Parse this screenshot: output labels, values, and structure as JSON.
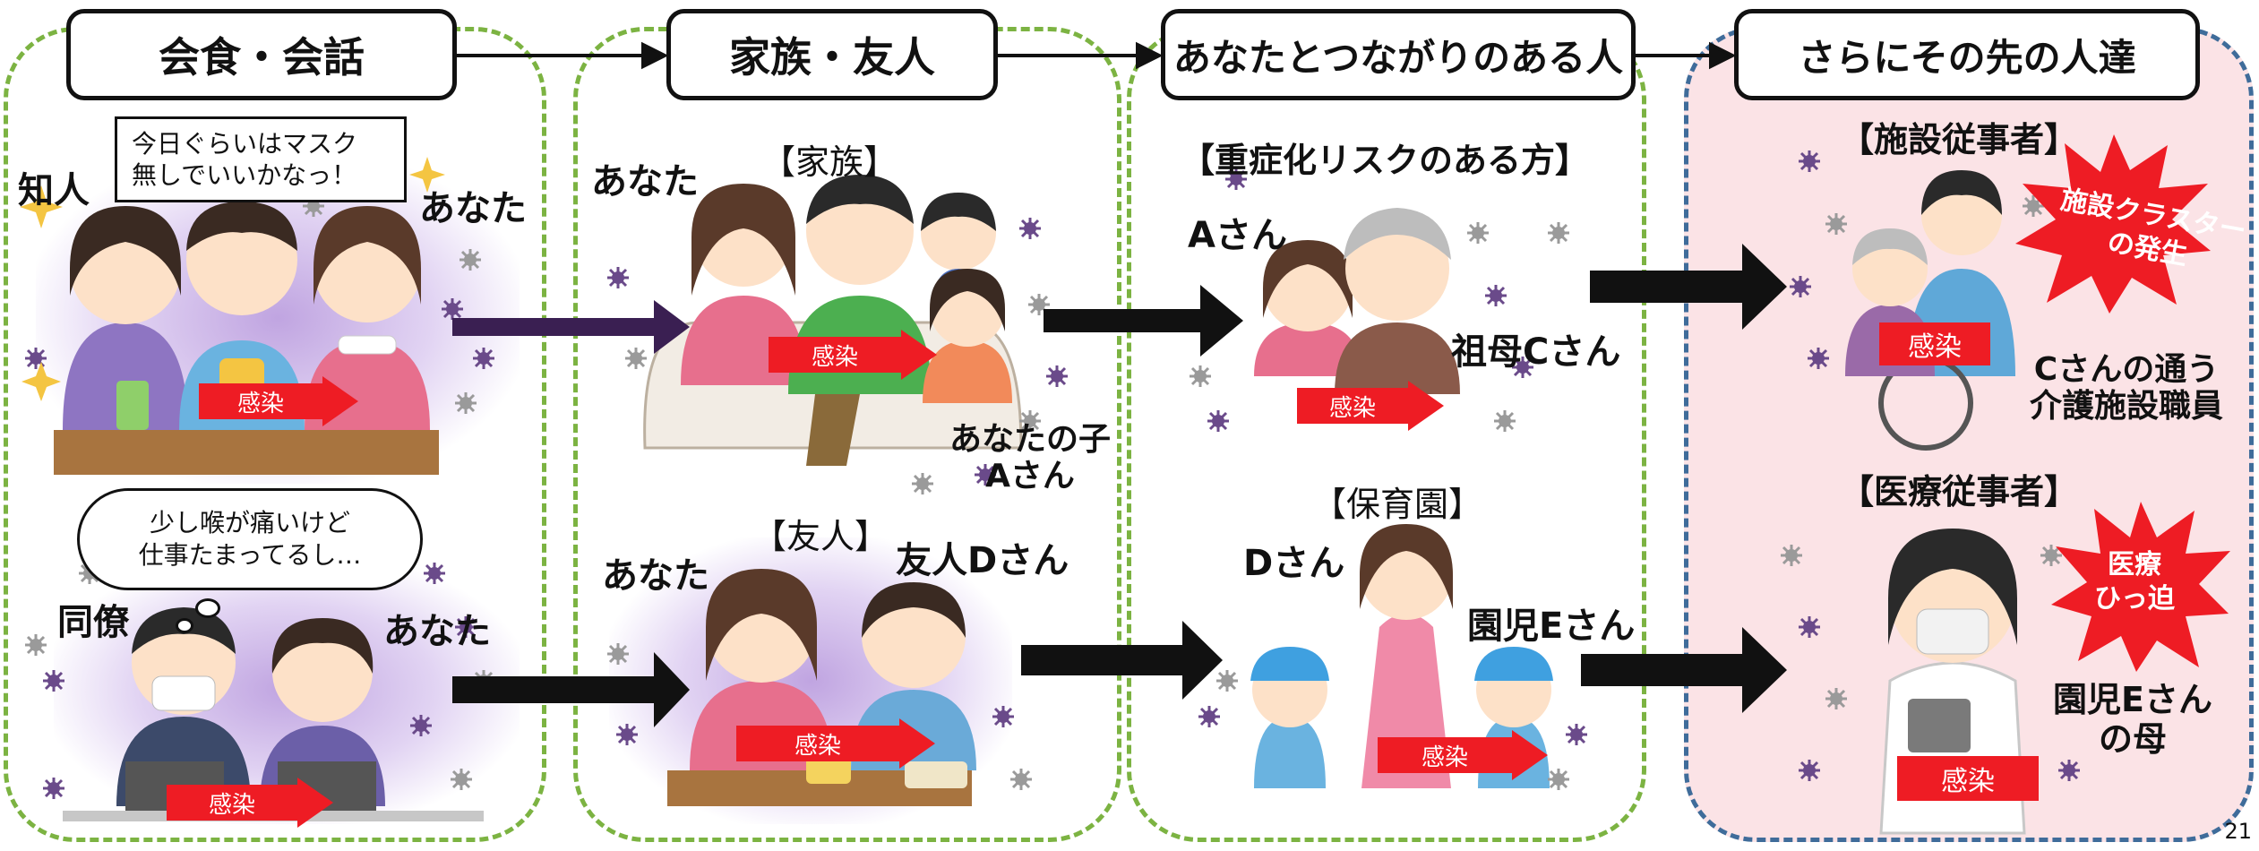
{
  "headers": {
    "stage1": "会食・会話",
    "stage2": "家族・友人",
    "stage3": "あなたとつながりのある人",
    "stage4": "さらにその先の人達"
  },
  "panel1": {
    "speech": [
      "今日ぐらいはマスク",
      "無しでいいかなっ！"
    ],
    "acquaintance": "知人",
    "you_top": "あなた",
    "thought": [
      "少し喉が痛いけど",
      "仕事たまってるし…"
    ],
    "coworker": "同僚",
    "you_bottom": "あなた"
  },
  "panel2": {
    "family_title": "【家族】",
    "you_family": "あなた",
    "child": [
      "あなたの子",
      "Aさん"
    ],
    "friends_title": "【友人】",
    "you_friend": "あなた",
    "friend_d": "友人Dさん"
  },
  "panel3": {
    "risk_title": "【重症化リスクのある方】",
    "person_a": "Aさん",
    "grandma": "祖母Cさん",
    "nursery_title": "【保育園】",
    "person_d": "Dさん",
    "child_e": "園児Eさん"
  },
  "panel4": {
    "facility_title": "【施設従事者】",
    "cluster": [
      "施設クラスター",
      "の発生"
    ],
    "facility_staff": [
      "Cさんの通う",
      "介護施設職員"
    ],
    "medical_title": "【医療従事者】",
    "pressure": [
      "医療",
      "ひっ迫"
    ],
    "mother": [
      "園児Eさん",
      "の母"
    ]
  },
  "infection_label": "感染",
  "page_number": "21",
  "colors": {
    "infection": "#ee1c24",
    "panel_border_green": "#7cb342",
    "panel_border_blue": "#3f6c9a",
    "panel4_fill": "#fbe3e6",
    "virus": "#6a4a8a"
  }
}
